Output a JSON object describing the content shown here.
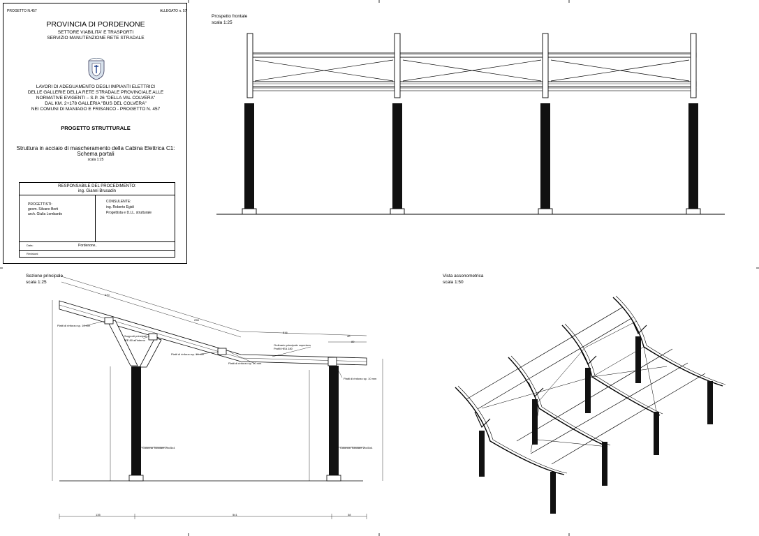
{
  "title_block": {
    "project_no": "PROGETTO N.457",
    "attachment_no": "ALLEGATO n. 57",
    "province": "PROVINCIA DI PORDENONE",
    "sector": "SETTORE VIABILITA' E TRASPORTI",
    "service": "SERVIZIO MANUTENZIONE RETE STRADALE",
    "works_lines": [
      "LAVORI DI ADEGUAMENTO DEGLI IMPIANTI ELETTRICI",
      "DELLE GALLERIE DELLA RETE STRADALE PROVINCIALE ALLE",
      "NORMATIVE EVIGENTI – S.P. 26 \"DELLA VAL COLVERA\"",
      "DAL KM. 2+178 GALLERIA \"BUS DEL COLVERA\"",
      "NEI COMUNI DI MANIAGO E FRISANCO - PROGETTO N. 457"
    ],
    "project_type": "PROGETTO STRUTTURALE",
    "description_line1": "Struttura in acciaio di mascheramento della Cabina Elettrica C1:",
    "description_line2": "Schema portali",
    "scale": "scala 1:25",
    "rup_label": "RESPONSABILE DEL PROCEDIMENTO:",
    "rup_name": "ing. Gianni Brusadin",
    "designers_label": "PROGETTISTI:",
    "designer1": "geom. Silvano Berti",
    "designer2": "arch. Giulia Lombardo",
    "consultant_label": "CONSULENTE:",
    "consultant_name": "ing. Roberto Egidi",
    "consultant_role": "Progettista e D.LL. strutturale",
    "date_label": "Data:",
    "place": "Pordenone,",
    "revisions_label": "Revisioni:"
  },
  "front_view": {
    "title": "Prospetto frontale",
    "scale": "scala 1:25"
  },
  "section_view": {
    "title": "Sezione principale",
    "scale": "scala 1:25",
    "labels": {
      "plates1": "Piatti di rinforzo sp. 10 mm",
      "plates2": "Piatti di rinforzo sp. 10 mm",
      "plates3": "Piatti di rinforzo sp. 10 mm",
      "plates4": "Piatti di rinforzo sp. 10 mm",
      "support_a": "Supporti principali",
      "support_b": "IPE 80 all'interno",
      "main_beam_a": "Ordinario principale copertura",
      "main_beam_b": "Profili HEA 180",
      "column1": "Colonna Tubolare 2xx/5x4",
      "column2": "Colonna Tubolare 2xx/5x4"
    },
    "dims": {
      "top1": "270",
      "top2": "298",
      "top3": "516",
      "top4": "40",
      "top5": "89",
      "bottom1": "135",
      "bottom2": "541",
      "bottom3": "38"
    }
  },
  "axo_view": {
    "title": "Vista assonometrica",
    "scale": "scala 1:50"
  }
}
